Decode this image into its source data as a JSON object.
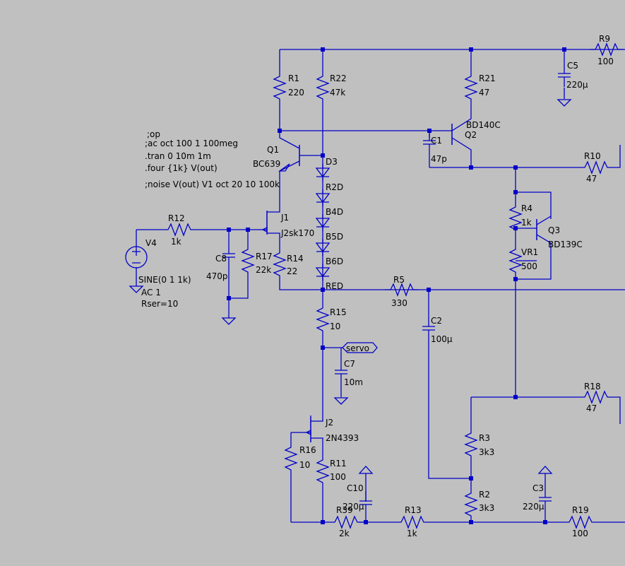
{
  "colors": {
    "background": "#c0c0c0",
    "wire": "#0000c8",
    "text": "#000000"
  },
  "directives": [
    ";op",
    ";ac oct 100 1 100meg",
    ".tran 0 10m 1m",
    ".four {1k}  V(out)",
    ";noise V(out) V1 oct 20 10 100k"
  ],
  "source": {
    "name": "V4",
    "value": "SINE(0 1 1k)",
    "ac": "AC 1",
    "rser": "Rser=10"
  },
  "resistors": {
    "R1": "220",
    "R22": "47k",
    "R21": "47",
    "R9": "100",
    "R10": "47",
    "R4": "1k",
    "VR1": "500",
    "R12": "1k",
    "R17": "22k",
    "R14": "22",
    "R5": "330",
    "R15": "10",
    "R18": "47",
    "R3": "3k3",
    "R2": "3k3",
    "R16": "10",
    "R11": "100",
    "R39": "2k",
    "R13": "1k",
    "R19": "100"
  },
  "capacitors": {
    "C5": "220µ",
    "C1": "47p",
    "C8": "470p",
    "C2": "100µ",
    "C7": "10m",
    "C10": "220µ",
    "C3": "220µ"
  },
  "transistors": {
    "Q1": "BC639",
    "Q2": "BD140C",
    "Q3": "BD139C",
    "J1": "J2sk170",
    "J2": "2N4393"
  },
  "diodes": {
    "D3": "",
    "RED": "RED"
  },
  "diode_labels": [
    "D3",
    "R2D",
    "B4D",
    "B5D",
    "B6D",
    "RED"
  ],
  "net_labels": {
    "servo": "servo"
  }
}
